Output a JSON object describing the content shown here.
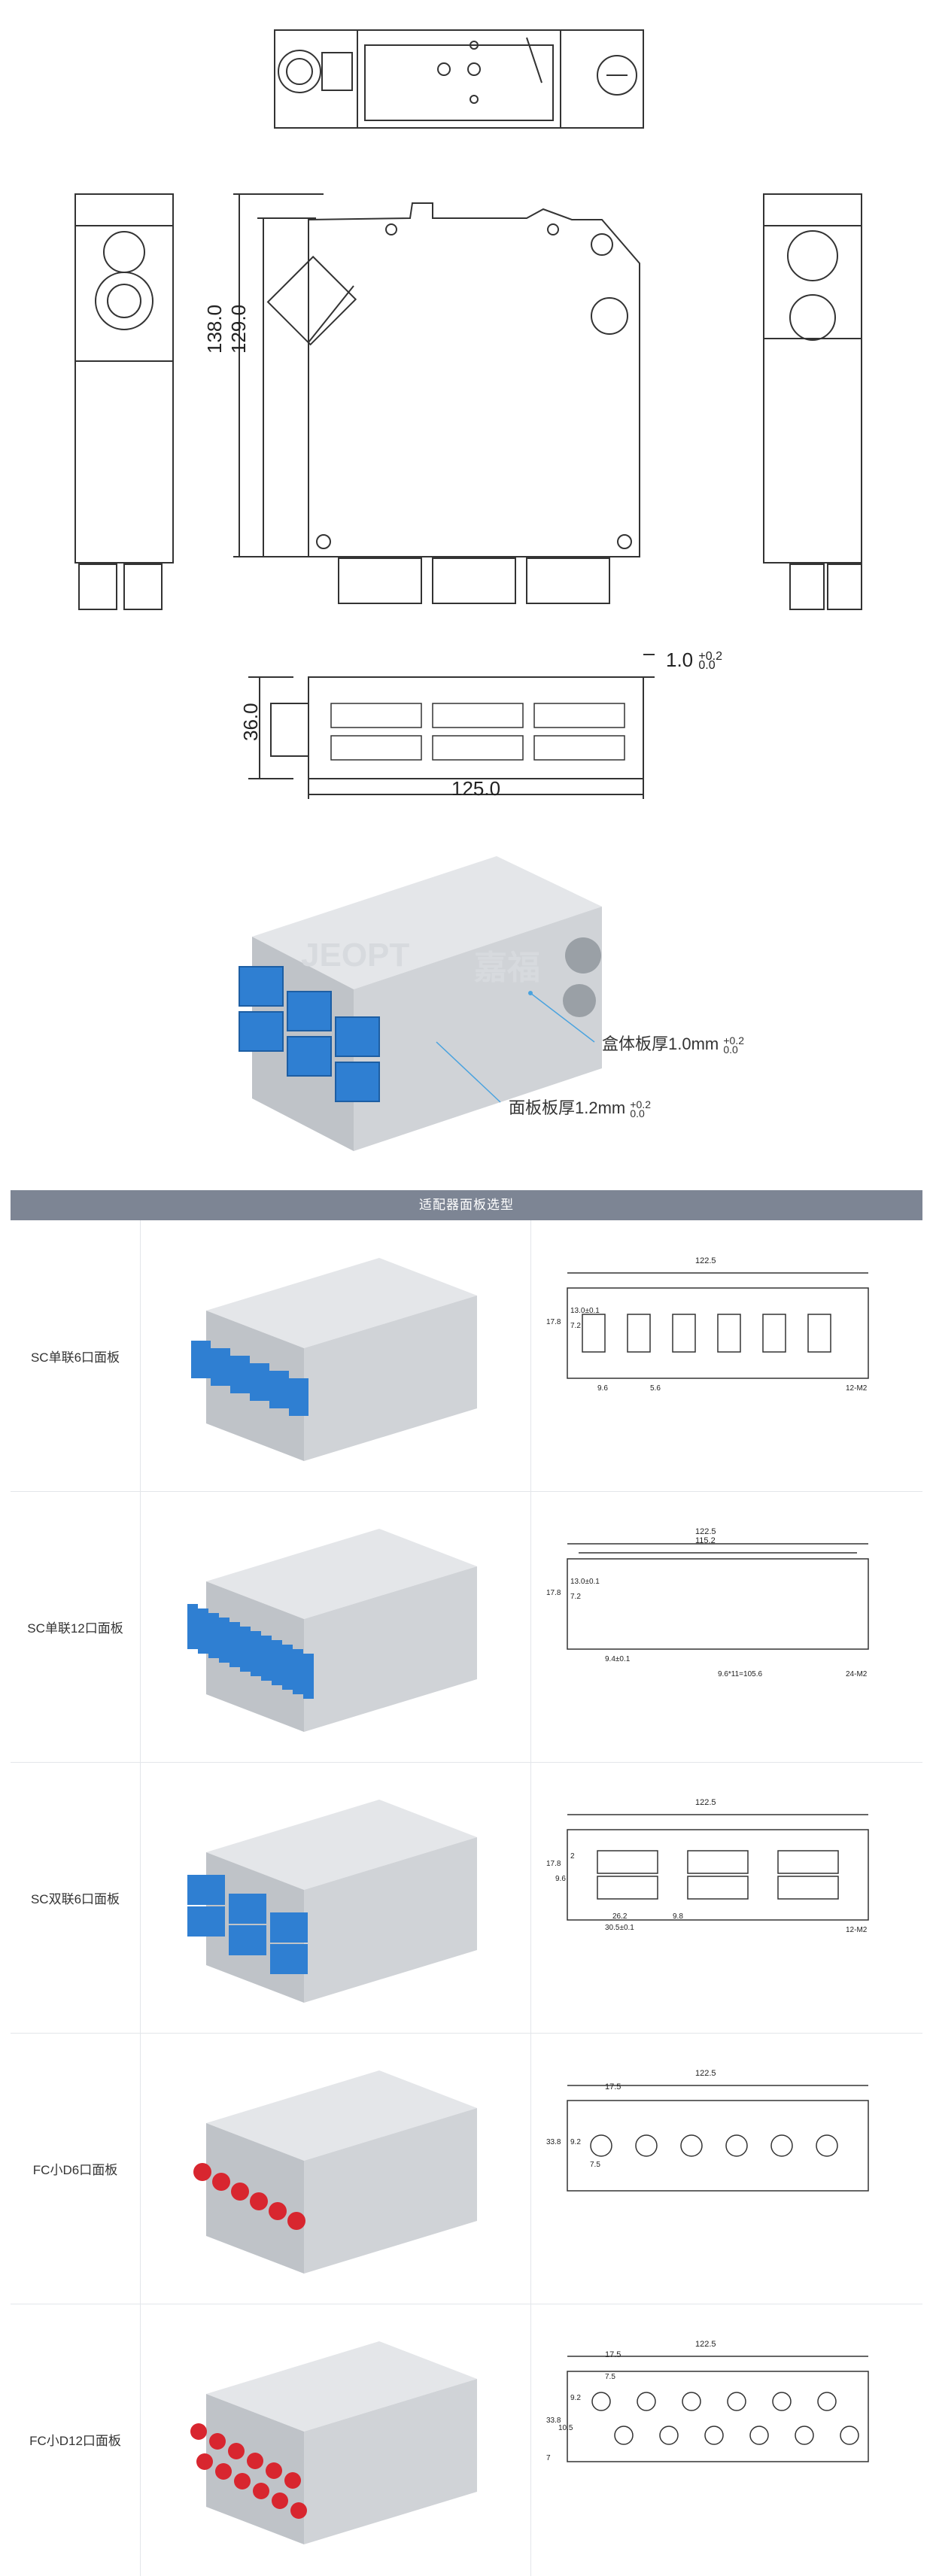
{
  "drawing": {
    "dim_138": "138.0",
    "dim_129": "129.0",
    "dim_36": "36.0",
    "dim_125": "125.0",
    "dim_thickness": "1.0",
    "tol_plus": "+0.2",
    "tol_zero": "0.0"
  },
  "render": {
    "box_thickness_label": "盒体板厚1.0mm",
    "panel_thickness_label": "面板板厚1.2mm",
    "tol_plus": "+0.2",
    "tol_zero": "0.0",
    "watermark_brand": "JEOPT",
    "watermark_cn": "嘉福"
  },
  "table": {
    "title": "适配器面板选型",
    "rows": [
      {
        "label": "SC单联6口面板",
        "dims": [
          "122.5",
          "17.8",
          "13.0±0.1",
          "7.2",
          "9.6",
          "5.6",
          "12-M2"
        ]
      },
      {
        "label": "SC单联12口面板",
        "dims": [
          "122.5",
          "115.2",
          "17.8",
          "13.0±0.1",
          "7.2",
          "9.4±0.1",
          "9.6*11=105.6",
          "24-M2"
        ]
      },
      {
        "label": "SC双联6口面板",
        "dims": [
          "122.5",
          "17.8",
          "2",
          "9.6",
          "26.2",
          "30.5±0.1",
          "9.8",
          "12-M2"
        ]
      },
      {
        "label": "FC小D6口面板",
        "dims": [
          "122.5",
          "17.5",
          "33.8",
          "9.2",
          "7.5"
        ]
      },
      {
        "label": "FC小D12口面板",
        "dims": [
          "122.5",
          "17.5",
          "7.5",
          "9.2",
          "33.8",
          "10.5",
          "7"
        ]
      }
    ]
  },
  "colors": {
    "adapter_blue": "#2f7fd2",
    "adapter_red": "#d8262f",
    "box_grey": "#cfd2d6",
    "header_bg": "#7d8594",
    "line": "#333333"
  }
}
